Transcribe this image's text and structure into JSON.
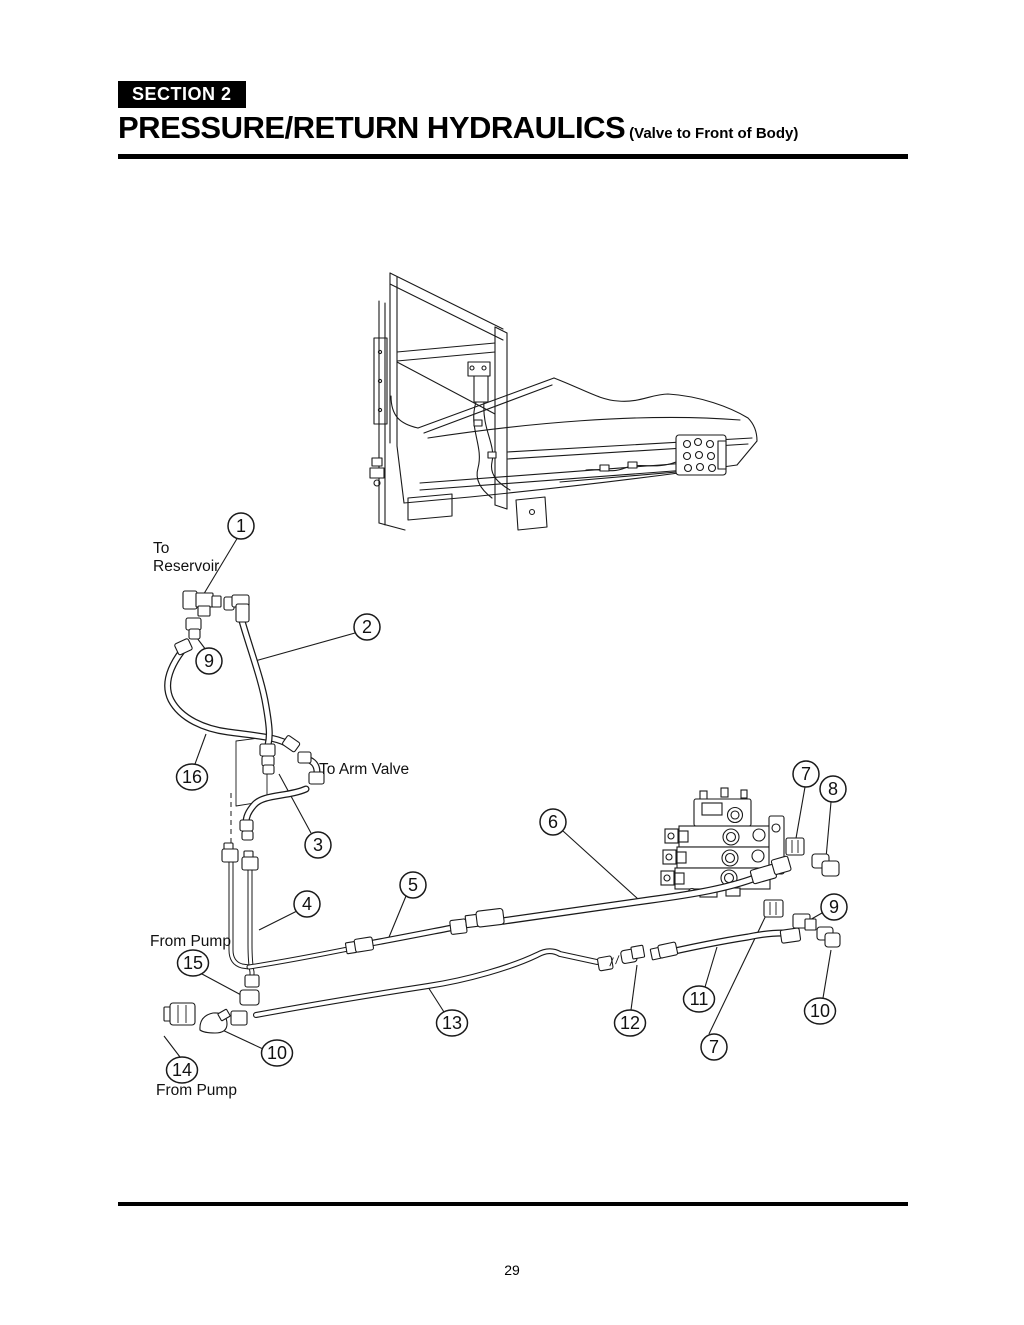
{
  "page": {
    "section_label": "SECTION 2",
    "title": "PRESSURE/RETURN HYDRAULICS",
    "subtitle": "(Valve to Front of Body)",
    "page_number": "29"
  },
  "diagram": {
    "labels": {
      "to_reservoir_line1": "To",
      "to_reservoir_line2": "Reservoir",
      "to_arm_valve": "To Arm Valve",
      "from_pump_upper": "From Pump",
      "from_pump_lower": "From Pump"
    },
    "callouts": [
      {
        "n": "1"
      },
      {
        "n": "2"
      },
      {
        "n": "9"
      },
      {
        "n": "16"
      },
      {
        "n": "3"
      },
      {
        "n": "4"
      },
      {
        "n": "5"
      },
      {
        "n": "15"
      },
      {
        "n": "10"
      },
      {
        "n": "14"
      },
      {
        "n": "13"
      },
      {
        "n": "6"
      },
      {
        "n": "7"
      },
      {
        "n": "8"
      },
      {
        "n": "9"
      },
      {
        "n": "10"
      },
      {
        "n": "11"
      },
      {
        "n": "12"
      },
      {
        "n": "7"
      }
    ]
  },
  "colors": {
    "ink": "#000000",
    "paper": "#ffffff"
  }
}
